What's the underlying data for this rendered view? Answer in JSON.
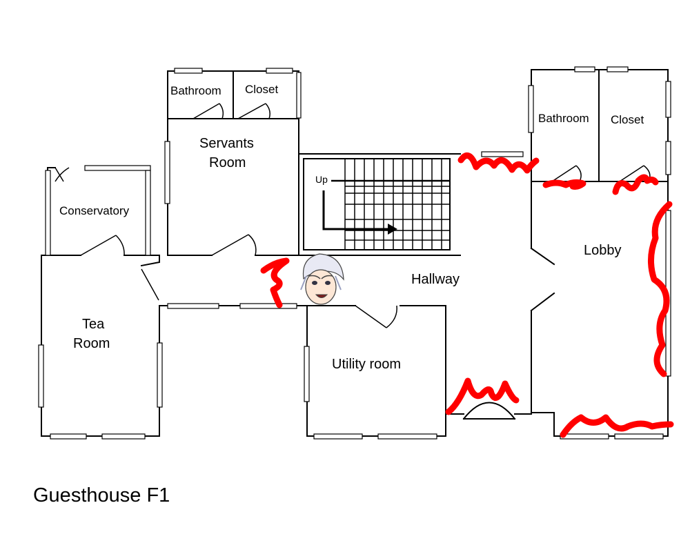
{
  "map": {
    "title": "Guesthouse F1",
    "rooms": {
      "bathroom_left": "Bathroom",
      "closet_left": "Closet",
      "servants_room_line1": "Servants",
      "servants_room_line2": "Room",
      "conservatory": "Conservatory",
      "tea_room_line1": "Tea",
      "tea_room_line2": "Room",
      "utility_room": "Utility room",
      "hallway": "Hallway",
      "bathroom_right": "Bathroom",
      "closet_right": "Closet",
      "lobby": "Lobby"
    },
    "stairs_label": "Up",
    "marking_color": "#ff0000",
    "wall_color": "#000000",
    "window_color": "#000000"
  }
}
